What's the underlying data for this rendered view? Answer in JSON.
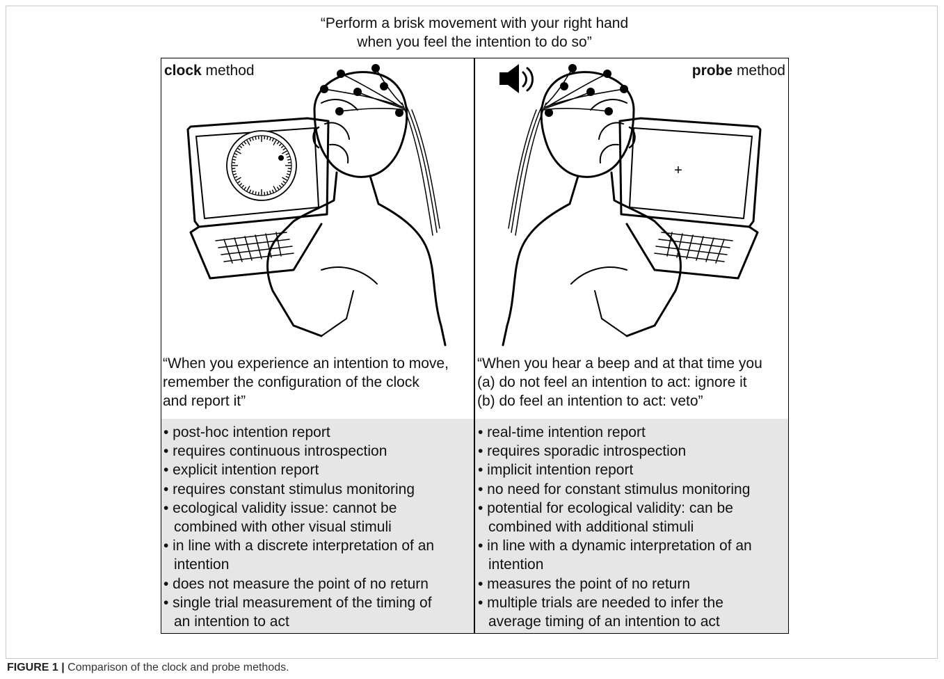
{
  "top_quote": {
    "line1": "“Perform a brisk movement with your right hand",
    "line2": "when you feel the intention to do so”"
  },
  "left": {
    "title_bold": "clock",
    "title_rest": " method",
    "instruction_lines": [
      "“When you experience an intention to move,",
      "remember the configuration of the clock",
      "and report it”"
    ],
    "bullets": [
      [
        "post-hoc intention report"
      ],
      [
        "requires continuous introspection"
      ],
      [
        "explicit intention report"
      ],
      [
        "requires constant stimulus monitoring"
      ],
      [
        "ecological validity issue: cannot be",
        "combined with other visual stimuli"
      ],
      [
        "in line with a discrete interpretation of an",
        "intention"
      ],
      [
        "does not measure the point of no return"
      ],
      [
        "single trial measurement of the timing of",
        "an intention to act"
      ]
    ]
  },
  "right": {
    "title_bold": "probe",
    "title_rest": " method",
    "fixation_cross": "+",
    "instruction_lines": [
      "“When you hear a beep and at that time you",
      "(a) do not feel an intention to act: ignore it",
      "(b) do feel an intention to act: veto”"
    ],
    "bullets": [
      [
        "real-time intention report"
      ],
      [
        "requires sporadic introspection"
      ],
      [
        "implicit intention report"
      ],
      [
        "no need for constant stimulus monitoring"
      ],
      [
        "potential for ecological validity: can be",
        "combined with additional stimuli"
      ],
      [
        "in line with a dynamic interpretation of an",
        "intention"
      ],
      [
        "measures the point of no return"
      ],
      [
        "multiple trials are needed to infer the",
        "average timing of an intention to act"
      ]
    ]
  },
  "icons": {
    "speaker": "speaker-icon",
    "clock": "clock-icon"
  },
  "caption": {
    "label": "FIGURE 1 |",
    "text": " Comparison of the clock and probe methods."
  }
}
